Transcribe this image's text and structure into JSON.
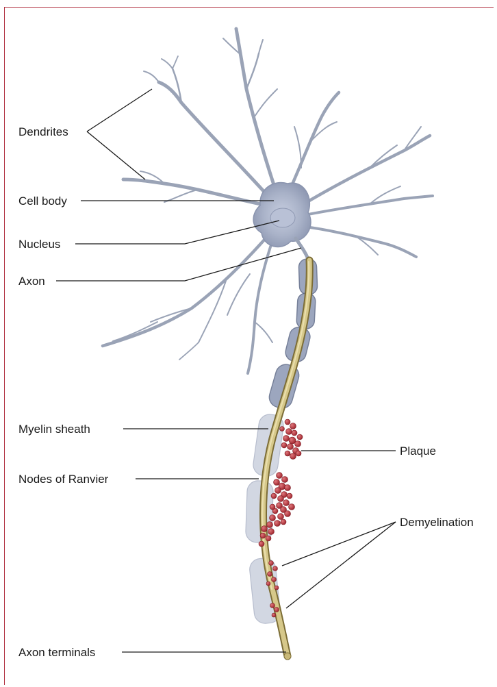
{
  "labels": {
    "dendrites": "Dendrites",
    "cell_body": "Cell body",
    "nucleus": "Nucleus",
    "axon": "Axon",
    "myelin_sheath": "Myelin sheath",
    "nodes_of_ranvier": "Nodes of Ranvier",
    "plaque": "Plaque",
    "demyelination": "Demyelination",
    "axon_terminals": "Axon terminals"
  },
  "colors": {
    "frame": "#b03040",
    "neuron": "#9aa3b6",
    "myelin": "#8b97b3",
    "axon": "#c8b878",
    "plaque": "#b8333b"
  }
}
